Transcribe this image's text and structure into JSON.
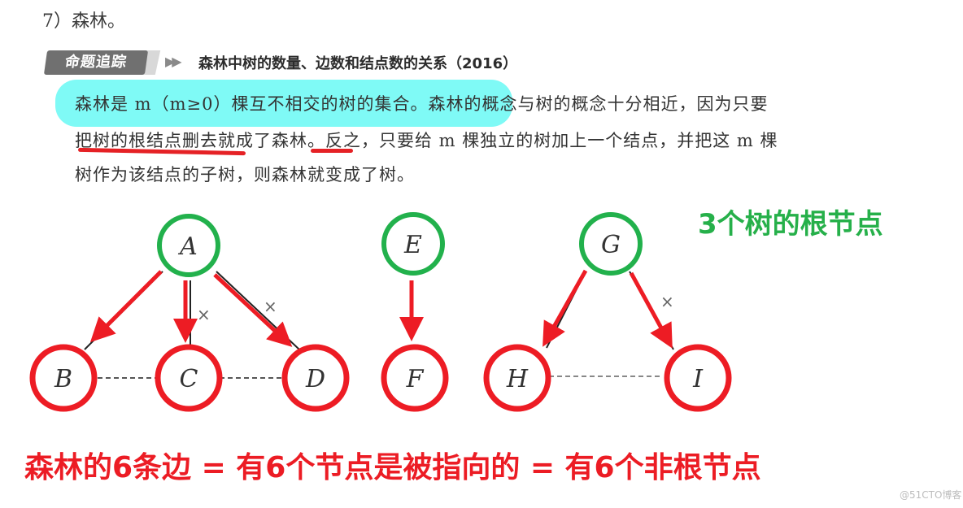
{
  "section": {
    "heading": "7）森林。"
  },
  "tag": {
    "label": "命题追踪",
    "arrows": "▶▶",
    "title": "森林中树的数量、边数和结点数的关系（2016）"
  },
  "paragraph": {
    "line1": "森林是 m（m≥0）棵互不相交的树的集合。森林的概念与树的概念十分相近，因为只要",
    "line2": "把树的根结点删去就成了森林。反之，只要给 m 棵独立的树加上一个结点，并把这 m 棵",
    "line3": "树作为该结点的子树，则森林就变成了树。"
  },
  "diagram": {
    "roots_label": "3个树的根节点",
    "nodes": [
      {
        "id": "A",
        "role": "root"
      },
      {
        "id": "B",
        "role": "child"
      },
      {
        "id": "C",
        "role": "child"
      },
      {
        "id": "D",
        "role": "child"
      },
      {
        "id": "E",
        "role": "root"
      },
      {
        "id": "F",
        "role": "child"
      },
      {
        "id": "G",
        "role": "root"
      },
      {
        "id": "H",
        "role": "child"
      },
      {
        "id": "I",
        "role": "child"
      }
    ],
    "edges": [
      {
        "from": "A",
        "to": "B"
      },
      {
        "from": "A",
        "to": "C"
      },
      {
        "from": "A",
        "to": "D"
      },
      {
        "from": "E",
        "to": "F"
      },
      {
        "from": "G",
        "to": "H"
      },
      {
        "from": "G",
        "to": "I"
      }
    ],
    "cross_marks": [
      "×",
      "×",
      "×"
    ],
    "colors": {
      "root": "#22b14c",
      "child": "#ed1c24",
      "highlight": "#7ffaf6"
    }
  },
  "conclusion": "森林的6条边 = 有6个节点是被指向的 = 有6个非根节点",
  "watermark": "@51CTO博客"
}
